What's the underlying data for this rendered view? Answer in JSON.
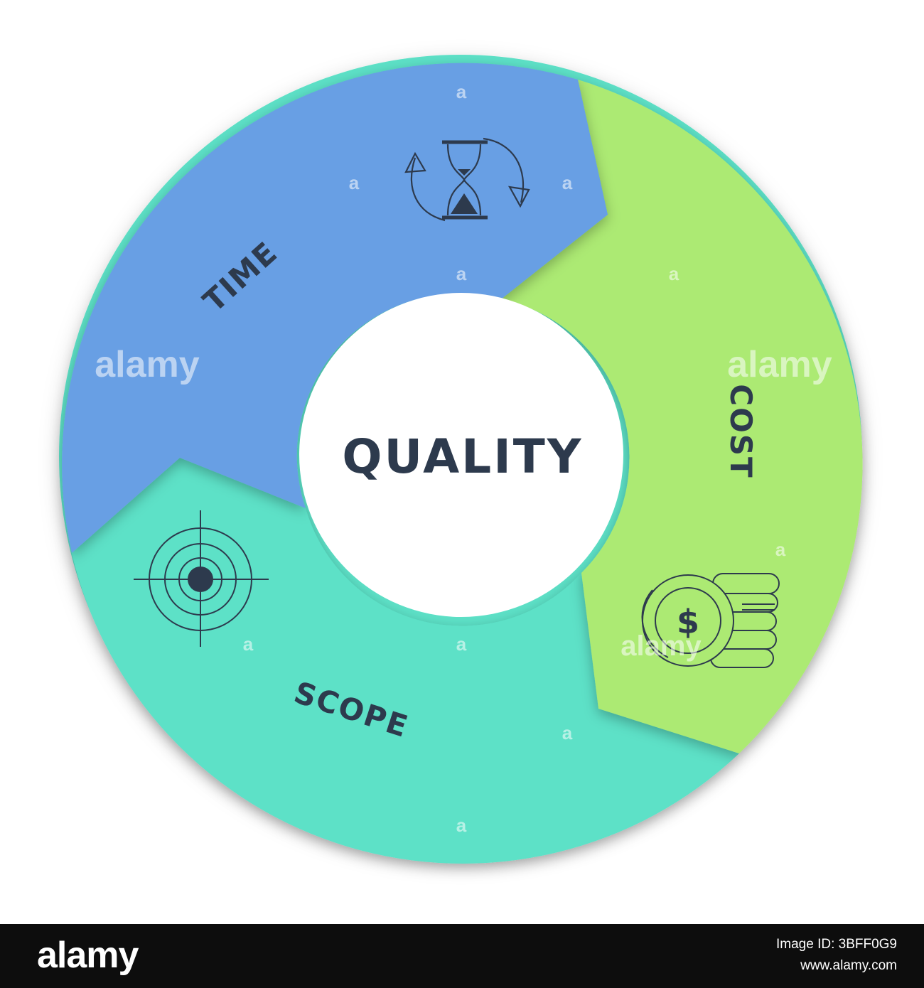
{
  "center": {
    "label": "QUALITY"
  },
  "segments": [
    {
      "label": "TIME",
      "color": "#679fe4",
      "icon": "hourglass-icon"
    },
    {
      "label": "COST",
      "color": "#acea73",
      "icon": "dollar-coins-icon"
    },
    {
      "label": "SCOPE",
      "color": "#5de1c7",
      "icon": "target-icon"
    }
  ],
  "text_color": "#2d3a4d",
  "watermark": {
    "text": "alamy",
    "small_mark": "a"
  },
  "footer": {
    "logo": "alamy",
    "image_id_line": "Image ID: 3BFF0G9",
    "site": "www.alamy.com"
  }
}
